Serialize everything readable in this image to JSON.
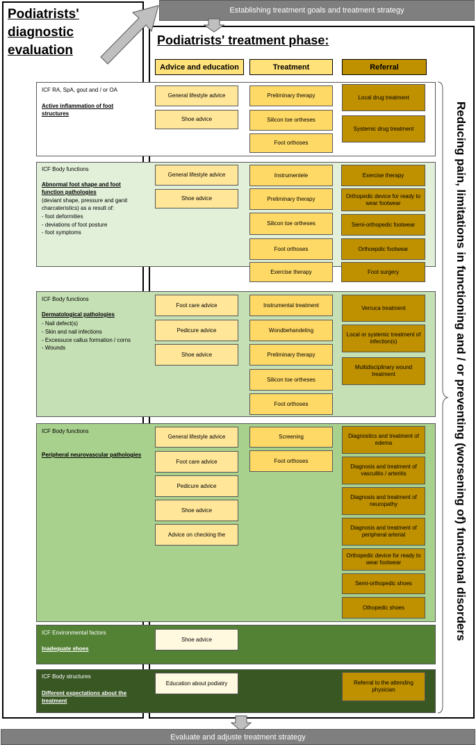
{
  "left_title": "Podiatrists' diagnostic evaluation",
  "main_title": "Podiatrists' treatment phase:",
  "top_banner": "Establishing treatment goals and treatment strategy",
  "bottom_banner": "Evaluate and adjuste treatment strategy",
  "side_text": "Reducing pain, limitations in functioning and / or preventing (worsening of) functional disorders",
  "columns": {
    "advice": "Advice and education",
    "treatment": "Treatment",
    "referral": "Referral"
  },
  "sections": [
    {
      "header": "ICF RA, SpA, gout and / or OA",
      "title": "Active inflammation of foot structures",
      "detail": [],
      "advice": [
        "General lifestyle advice",
        "Shoe advice"
      ],
      "treatment": [
        "Preliminary therapy",
        "Silicon toe ortheses",
        "Foot orthoses"
      ],
      "referral": [
        "Local drug treatment",
        "Systemic drug treatment"
      ]
    },
    {
      "header": "ICF Body functions",
      "title": "Abnormal foot shape and foot function pathologies",
      "detail": [
        "(deviant shape, pressure and ganit",
        "charcateristics) as a result of:",
        "- foot deformities",
        "- deviations of foot posture",
        "- foot symptoms"
      ],
      "advice": [
        "General lifestyle advice",
        "Shoe advice"
      ],
      "treatment": [
        "Instrumentele",
        "Preliminary therapy",
        "Silicon toe ortheses",
        "Foot orthoses",
        "Exercise therapy"
      ],
      "referral": [
        "Exercise therapy",
        "Orthopedic device for ready to wear footwear",
        "Semi-orthopedic footwear",
        "Orthoepdic footwear",
        "Foot surgery"
      ]
    },
    {
      "header": "ICF Body functions",
      "title": "Dermatological pathologies",
      "detail": [
        "- Nail defect(s)",
        "- Skin and nail infections",
        "- Excessuce callus formation / corns",
        "- Wounds"
      ],
      "advice": [
        "Foot care advice",
        "Pedicure advice",
        "Shoe advice"
      ],
      "treatment": [
        "Instrumental treatment",
        "Wondbehandeling",
        "Preliminary therapy",
        "Silicon toe ortheses",
        "Foot orthoses"
      ],
      "referral": [
        "Verruca treatment",
        "Local or systemic treatment of infection(s)",
        "Multidisciplinary wound treatment"
      ]
    },
    {
      "header": "ICF Body functions",
      "title": "Peripheral neurovascular pathologies",
      "detail": [],
      "advice": [
        "General lifestyle advice",
        "Foot care advice",
        "Pedicure advice",
        "Shoe advice",
        "Advice on checking the"
      ],
      "treatment": [
        "Screening",
        "Foot orthoses"
      ],
      "referral": [
        "Diagnostics and treatment of edema",
        "Diagnosis and treatment of vasculitis / arteritis",
        "Diagnosis and treatment of neuropathy",
        "Diagnosis and treatment of peripheral arterial",
        "Orthopedic device for ready to wear footwear",
        "Semi-orthopedic shoes",
        "Othopedic shoes"
      ]
    },
    {
      "header": "ICF Environmental factors",
      "title": "Inadequate shoes",
      "detail": [],
      "advice": [
        "Shoe advice"
      ],
      "treatment": [],
      "referral": []
    },
    {
      "header": "ICF Body structures",
      "title": "Different expectations about the treatment",
      "detail": [],
      "advice": [
        "Education about podiatry"
      ],
      "treatment": [],
      "referral": [
        "Referral to the attending physician"
      ]
    }
  ]
}
